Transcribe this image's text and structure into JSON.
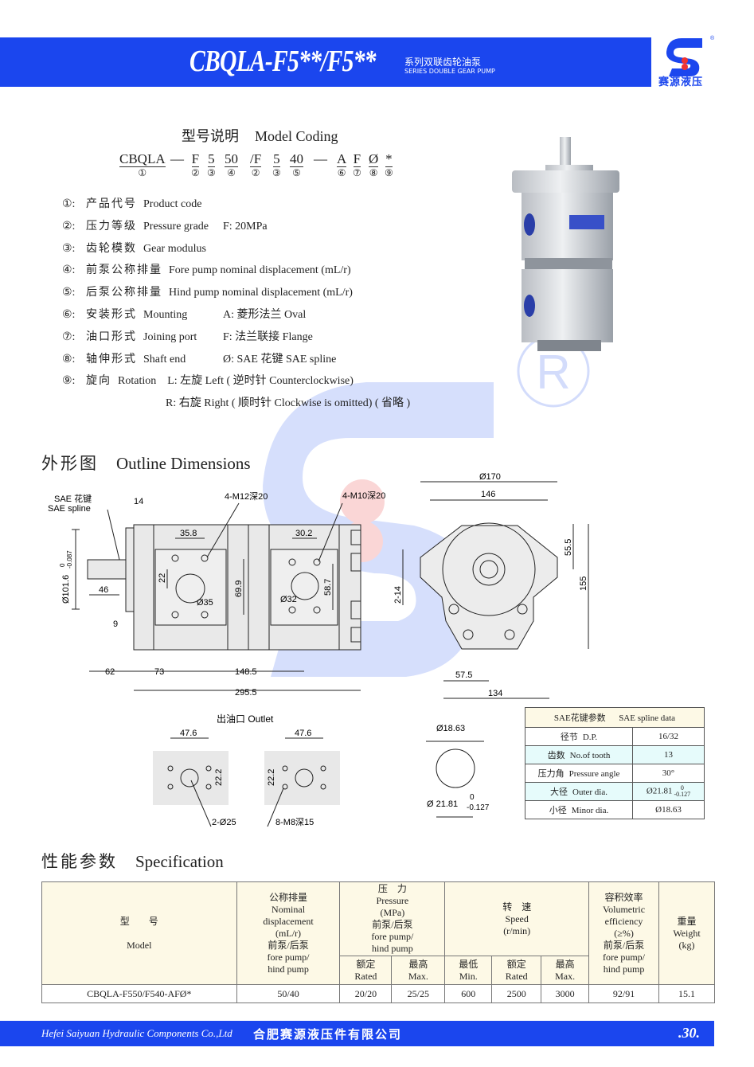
{
  "header": {
    "title": "CBQLA-F5**/F5**",
    "subtitle_cn": "系列双联齿轮油泵",
    "subtitle_en": "SERIES DOUBLE GEAR PUMP",
    "logo_text": "赛源液压",
    "brand_color": "#1b46ee"
  },
  "coding": {
    "title_cn": "型号说明",
    "title_en": "Model Coding",
    "segments": [
      {
        "text": "CBQLA",
        "num": "①"
      },
      {
        "text": "—",
        "num": ""
      },
      {
        "text": "F",
        "num": "②"
      },
      {
        "text": "5",
        "num": "③"
      },
      {
        "text": "50",
        "num": "④"
      },
      {
        "text": "/F",
        "num": "②"
      },
      {
        "text": "5",
        "num": "③"
      },
      {
        "text": "40",
        "num": "⑤"
      },
      {
        "text": "—",
        "num": ""
      },
      {
        "text": "A",
        "num": "⑥"
      },
      {
        "text": "F",
        "num": "⑦"
      },
      {
        "text": "Ø",
        "num": "⑧"
      },
      {
        "text": "*",
        "num": "⑨"
      }
    ],
    "items": [
      {
        "num": "①:",
        "cn": "产品代号",
        "en": "Product code",
        "opt": ""
      },
      {
        "num": "②:",
        "cn": "压力等级",
        "en": "Pressure grade",
        "opt": "F: 20MPa"
      },
      {
        "num": "③:",
        "cn": "齿轮模数",
        "en": "Gear modulus",
        "opt": ""
      },
      {
        "num": "④:",
        "cn": "前泵公称排量",
        "en": "Fore pump nominal displacement (mL/r)",
        "opt": ""
      },
      {
        "num": "⑤:",
        "cn": "后泵公称排量",
        "en": "Hind pump nominal displacement (mL/r)",
        "opt": ""
      },
      {
        "num": "⑥:",
        "cn": "安装形式",
        "en": "Mounting",
        "opt": "A: 菱形法兰  Oval"
      },
      {
        "num": "⑦:",
        "cn": "油口形式",
        "en": "Joining port",
        "opt": "F: 法兰联接  Flange"
      },
      {
        "num": "⑧:",
        "cn": "轴伸形式",
        "en": "Shaft end",
        "opt": "Ø: SAE 花键  SAE  spline"
      },
      {
        "num": "⑨:",
        "cn": "旋向",
        "en": "Rotation",
        "opt": "L: 左旋  Left ( 逆时针 Counterclockwise)"
      }
    ],
    "rotation_r": "R: 右旋  Right ( 顺时针 Clockwise is omitted) ( 省略 )"
  },
  "outline": {
    "title_cn": "外形图",
    "title_en": "Outline Dimensions",
    "side": {
      "spline_cn": "SAE 花键",
      "spline_en": "SAE spline",
      "d14": "14",
      "m12": "4-M12深20",
      "m10": "4-M10深20",
      "d358": "35.8",
      "d302": "30.2",
      "d22": "22",
      "d699": "69.9",
      "d587": "58.7",
      "phi35": "Ø35",
      "phi32": "Ø32",
      "d46": "46",
      "d9": "9",
      "phi1016": "Ø101.6",
      "tol_up": "0",
      "tol_dn": "-0.087",
      "d62": "62",
      "d73": "73",
      "d1485": "148.5",
      "d2955": "295.5"
    },
    "front": {
      "phi170": "Ø170",
      "d146": "146",
      "d555": "55.5",
      "d155": "155",
      "d214": "2-14",
      "d575": "57.5",
      "d134": "134"
    },
    "outlet": {
      "title": "出油口  Outlet",
      "d476a": "47.6",
      "d476b": "47.6",
      "d222a": "22.2",
      "d222b": "22.2",
      "holes": "2-Ø25",
      "threads": "8-M8深15"
    },
    "spline_detail": {
      "minor": "Ø18.63",
      "outer": "Ø 21.81",
      "tol_up": "0",
      "tol_dn": "-0.127"
    }
  },
  "sae_table": {
    "head_cn": "SAE花键参数",
    "head_en": "SAE spline data",
    "rows": [
      {
        "cn": "径节",
        "en": "D.P.",
        "value": "16/32"
      },
      {
        "cn": "齿数",
        "en": "No.of tooth",
        "value": "13"
      },
      {
        "cn": "压力角",
        "en": "Pressure angle",
        "value": "30°"
      },
      {
        "cn": "大径",
        "en": "Outer dia.",
        "value": "Ø21.81",
        "tol_up": "0",
        "tol_dn": "-0.127"
      },
      {
        "cn": "小径",
        "en": "Minor dia.",
        "value": "Ø18.63"
      }
    ]
  },
  "spec": {
    "title_cn": "性能参数",
    "title_en": "Specification",
    "headers": {
      "model_cn": "型　　号",
      "model_en": "Model",
      "disp": [
        "公称排量",
        "Nominal",
        "displacement",
        "(mL/r)",
        "前泵/后泵",
        "fore pump/",
        "hind pump"
      ],
      "pressure": [
        "压　力",
        "Pressure",
        "(MPa)",
        "前泵/后泵",
        "fore pump/",
        "hind pump"
      ],
      "speed": [
        "转　速",
        "Speed",
        "(r/min)"
      ],
      "eff": [
        "容积效率",
        "Volumetric",
        "efficiency",
        "(≥%)",
        "前泵/后泵",
        "fore pump/",
        "hind pump"
      ],
      "weight": [
        "重量",
        "Weight",
        "(kg)"
      ],
      "p_rated": [
        "额定",
        "Rated"
      ],
      "p_max": [
        "最高",
        "Max."
      ],
      "s_min": [
        "最低",
        "Min."
      ],
      "s_rated": [
        "额定",
        "Rated"
      ],
      "s_max": [
        "最高",
        "Max."
      ]
    },
    "rows": [
      {
        "model": "CBQLA-F550/F540-AFØ*",
        "disp": "50/40",
        "p_rated": "20/20",
        "p_max": "25/25",
        "s_min": "600",
        "s_rated": "2500",
        "s_max": "3000",
        "eff": "92/91",
        "weight": "15.1"
      }
    ]
  },
  "footer": {
    "company_en": "Hefei Saiyuan Hydraulic Components Co.,Ltd",
    "company_cn": "合肥赛源液压件有限公司",
    "page": ".30."
  }
}
